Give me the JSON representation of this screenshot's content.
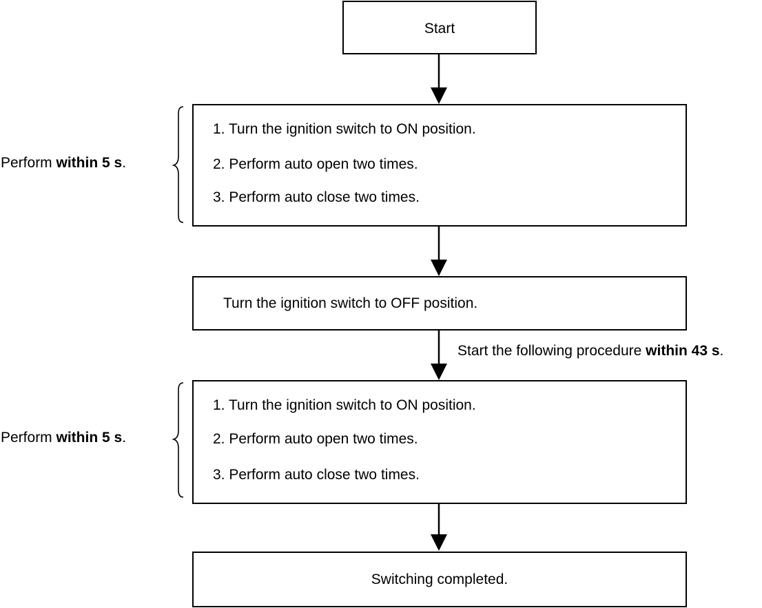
{
  "start_box": {
    "label": "Start"
  },
  "block1": {
    "steps": [
      "1. Turn the ignition switch to ON position.",
      "2. Perform auto open two times.",
      "3. Perform auto close two times."
    ],
    "side_label": {
      "prefix": "Perform ",
      "bold": "within 5 s",
      "suffix": "."
    }
  },
  "off_box": {
    "label": "Turn the ignition switch to OFF position."
  },
  "arrow_note": {
    "prefix": "Start the following procedure ",
    "bold": "within 43 s",
    "suffix": "."
  },
  "block2": {
    "steps": [
      "1. Turn the ignition switch to ON position.",
      "2. Perform auto open two times.",
      "3. Perform auto close two times."
    ],
    "side_label": {
      "prefix": "Perform ",
      "bold": "within 5 s",
      "suffix": "."
    }
  },
  "end_box": {
    "label": "Switching completed."
  }
}
